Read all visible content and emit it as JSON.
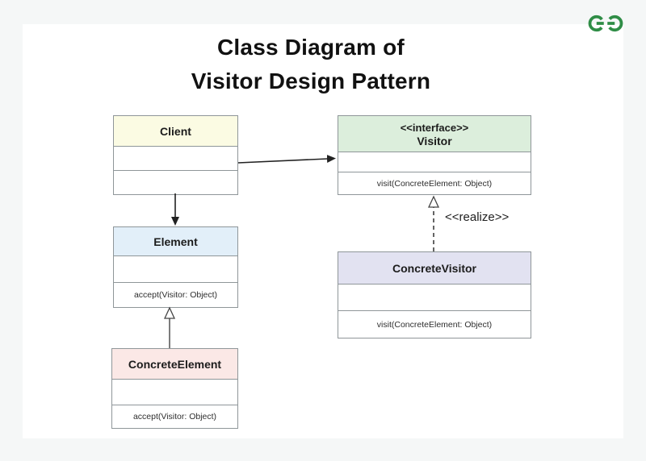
{
  "page": {
    "title_line1": "Class Diagram of",
    "title_line2": "Visitor Design Pattern"
  },
  "logo": {
    "name": "GeeksforGeeks logo",
    "color": "#2f8d46"
  },
  "classes": {
    "client": {
      "name": "Client",
      "header_bg": "#fbfbe3",
      "attributes": "",
      "methods": ""
    },
    "visitor": {
      "stereotype": "<<interface>>",
      "name": "Visitor",
      "header_bg": "#dceedc",
      "attributes": "",
      "methods": "visit(ConcreteElement: Object)"
    },
    "element": {
      "name": "Element",
      "header_bg": "#e2eff9",
      "attributes": "",
      "methods": "accept(Visitor: Object)"
    },
    "concreteVisitor": {
      "name": "ConcreteVisitor",
      "header_bg": "#e2e2f1",
      "attributes": "",
      "methods": "visit(ConcreteElement: Object)"
    },
    "concreteElement": {
      "name": "ConcreteElement",
      "header_bg": "#fbe8e6",
      "attributes": "",
      "methods": "accept(Visitor: Object)"
    }
  },
  "relations": {
    "realize_label": "<<realize>>"
  }
}
